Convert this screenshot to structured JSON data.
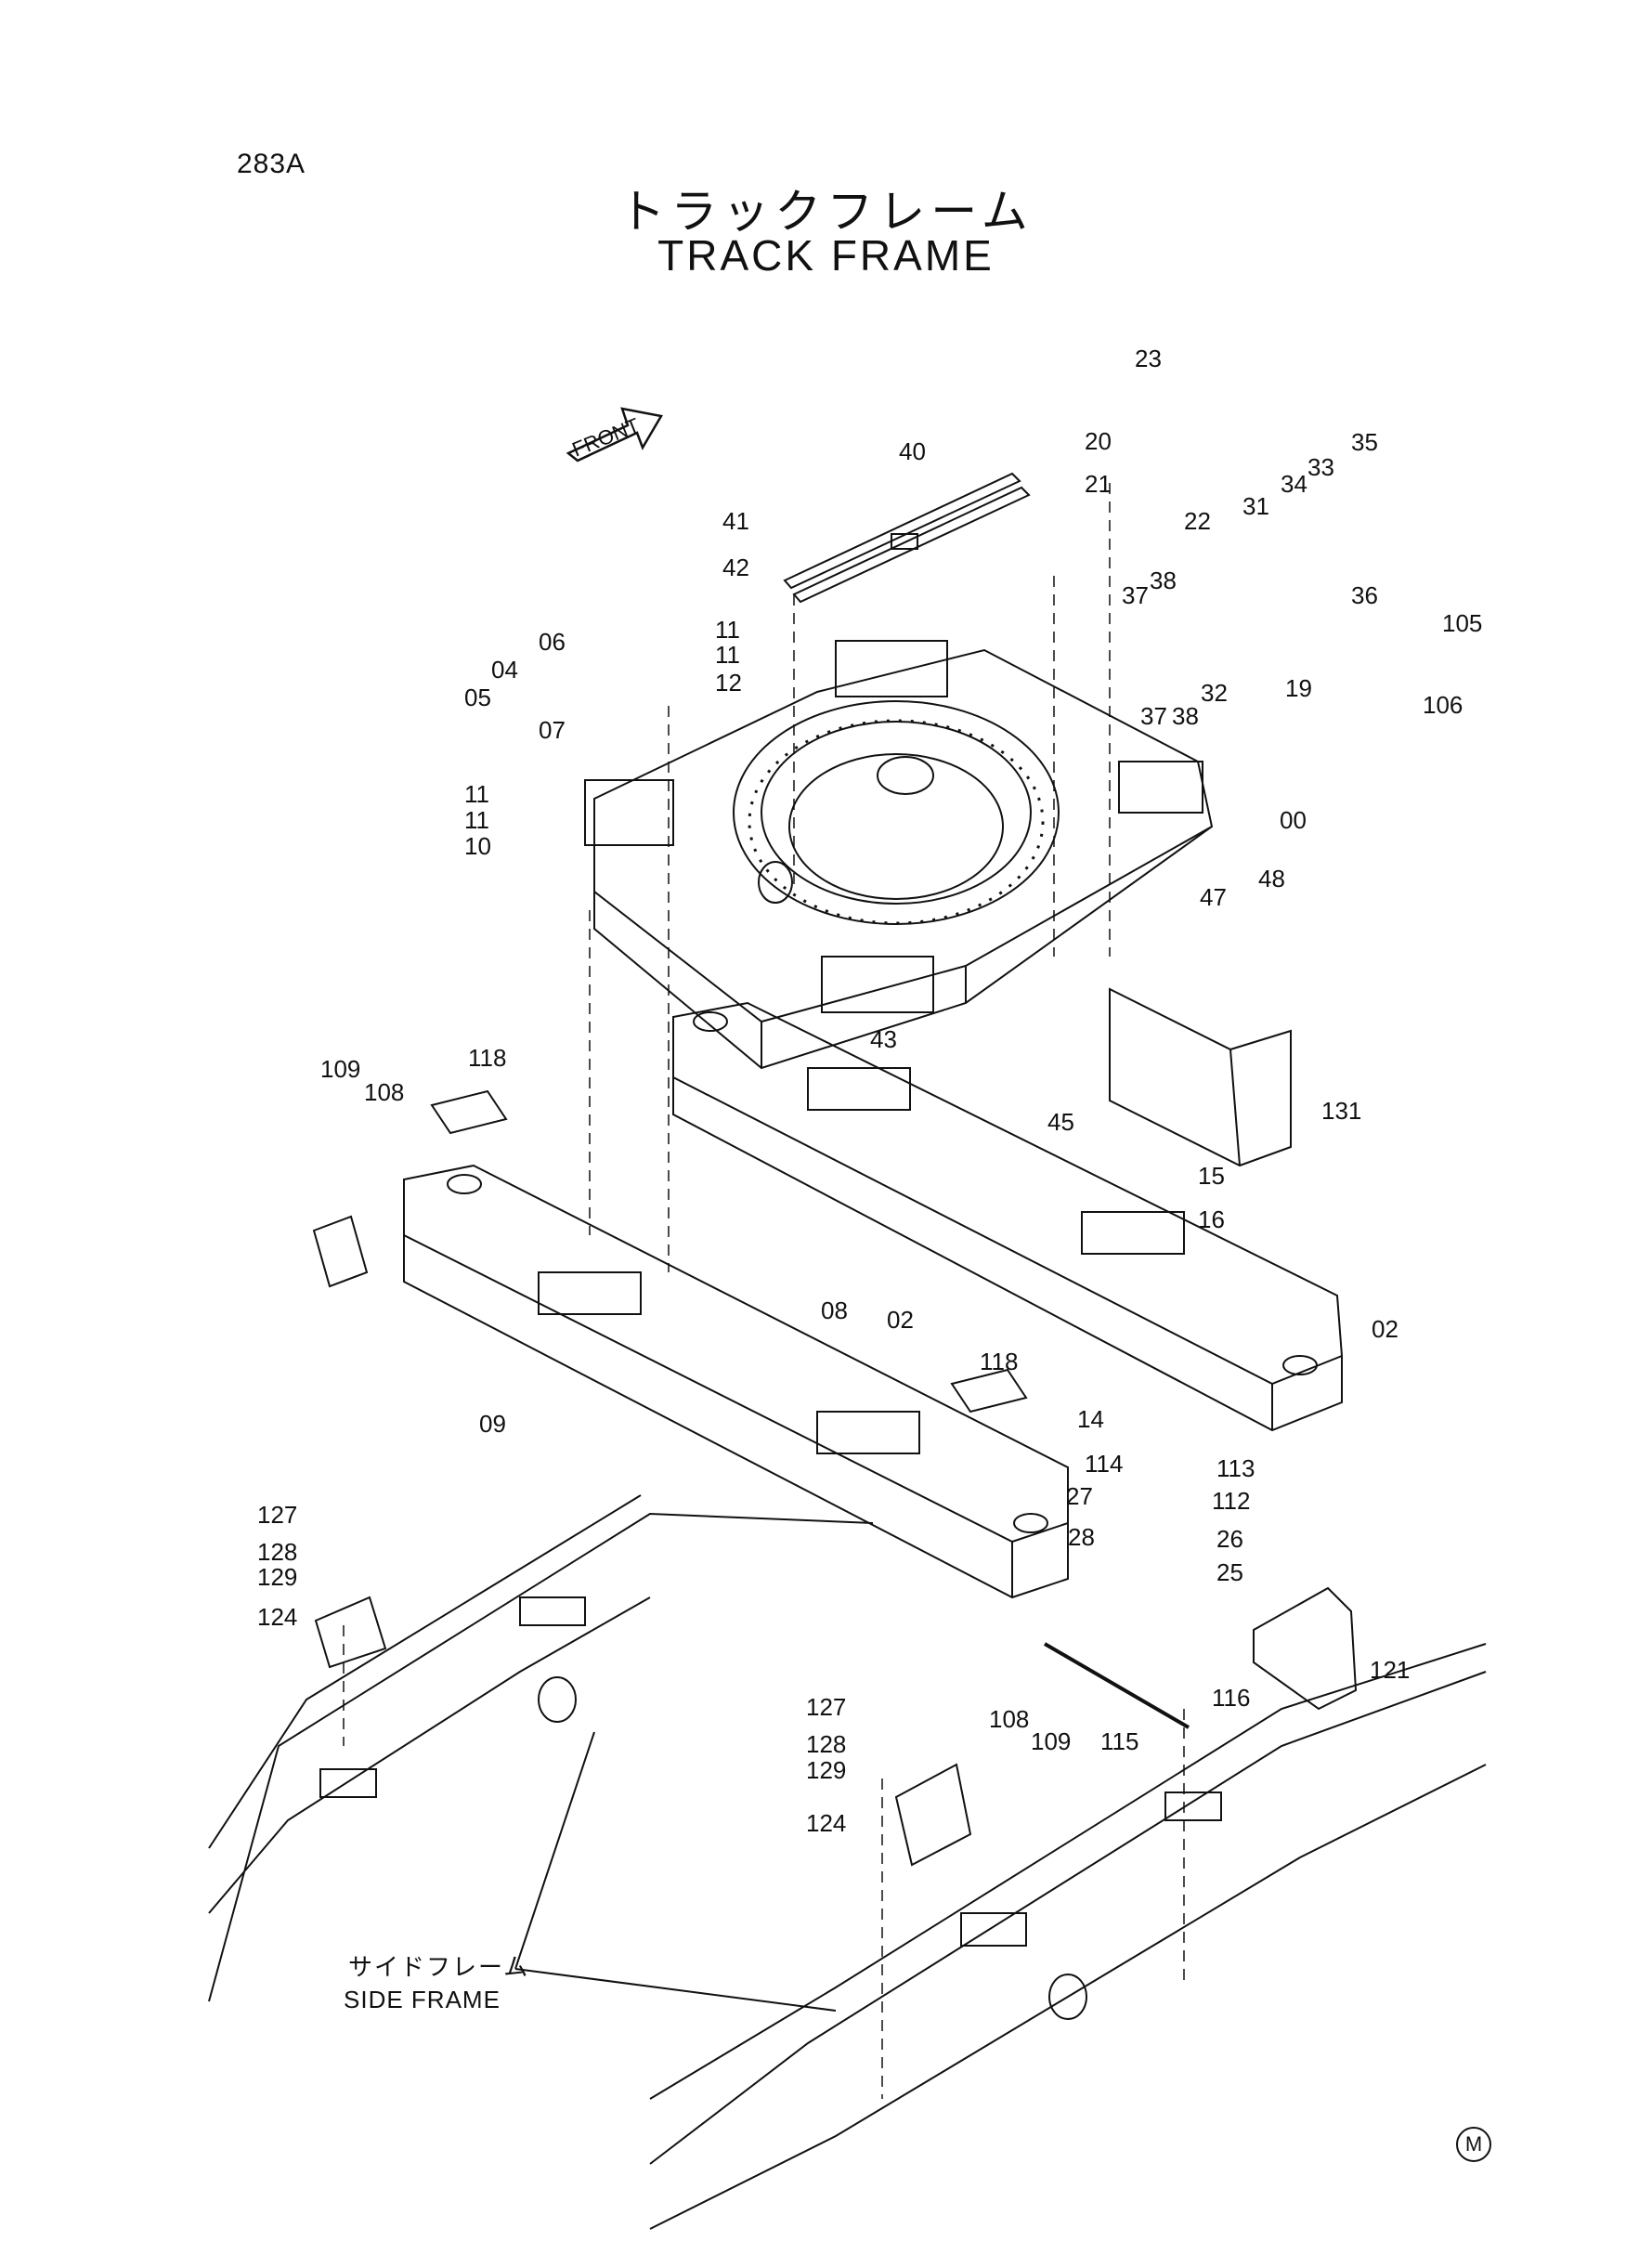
{
  "page_code": "283A",
  "title_jp": "トラックフレーム",
  "title_en": "TRACK  FRAME",
  "front_arrow": "FRONT",
  "side_frame": {
    "jp": "サイドフレーム",
    "en": "SIDE  FRAME"
  },
  "manufacturer_mark": "M",
  "callouts": {
    "c00": "00",
    "c02a": "02",
    "c02b": "02",
    "c04": "04",
    "c05": "05",
    "c06": "06",
    "c07": "07",
    "c08": "08",
    "c09": "09",
    "c10": "10",
    "c11a": "11",
    "c11b": "11",
    "c11c": "11",
    "c11d": "11",
    "c12": "12",
    "c14": "14",
    "c15": "15",
    "c16": "16",
    "c19": "19",
    "c20": "20",
    "c21": "21",
    "c22": "22",
    "c23": "23",
    "c25": "25",
    "c26": "26",
    "c27": "27",
    "c28": "28",
    "c31": "31",
    "c32": "32",
    "c33": "33",
    "c34": "34",
    "c35": "35",
    "c36": "36",
    "c37a": "37",
    "c37b": "37",
    "c38a": "38",
    "c38b": "38",
    "c40": "40",
    "c41": "41",
    "c42": "42",
    "c43": "43",
    "c45": "45",
    "c47": "47",
    "c48": "48",
    "c105": "105",
    "c106": "106",
    "c108a": "108",
    "c108b": "108",
    "c109a": "109",
    "c109b": "109",
    "c112": "112",
    "c113": "113",
    "c114": "114",
    "c115": "115",
    "c116": "116",
    "c118a": "118",
    "c118b": "118",
    "c121": "121",
    "c124a": "124",
    "c124b": "124",
    "c127a": "127",
    "c127b": "127",
    "c128a": "128",
    "c128b": "128",
    "c129a": "129",
    "c129b": "129",
    "c131": "131"
  }
}
